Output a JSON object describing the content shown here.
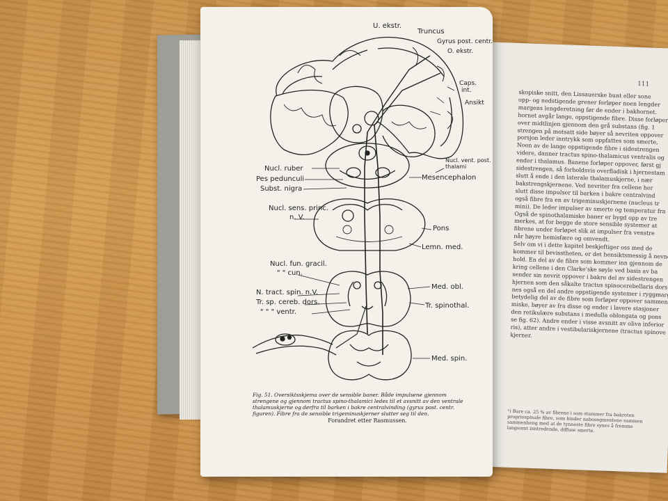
{
  "figure": {
    "labels": {
      "u_ekstr": "U. ekstr.",
      "truncus": "Truncus",
      "gyrus": "Gyrus post. centr.",
      "o_ekstr": "O. ekstr.",
      "caps": "Caps.",
      "int": "int.",
      "ansikt": "Ansikt",
      "nucl_ruber": "Nucl. ruber",
      "pes_pedunculi": "Pes pedunculi",
      "subst_nigra": "Subst. nigra",
      "nucl_vent": "Nucl. vent. post.",
      "thalami": "thalami",
      "mesencephalon": "Mesencephalon",
      "nucl_sens": "Nucl. sens. princ.",
      "nv1": "n. V.",
      "pons": "Pons",
      "lemn_med": "Lemn. med.",
      "nucl_fun": "Nucl. fun. gracil.",
      "cun": "\"    \"   cun.",
      "med_obl": "Med. obl.",
      "tract_spin": "N. tract. spin. n.V.",
      "tr_sp_cereb": "Tr. sp. cereb. dors.",
      "ventr": "\"    \"    \"   ventr.",
      "tr_spinothal": "Tr. spinothal.",
      "med_spin": "Med. spin."
    },
    "caption_lines": [
      "Fig. 51. Oversiktsskjema over de sensible baner. Både impulsene gjennom",
      "strengene og gjennom tractus spino-thalamici ledes til et avsnitt av den ventrale",
      "thalamuskjerne og derfra til barken i bakre centralvinding (gyrus post. centr.",
      "figuren). Fibre fra de sensible trigeminuskjerner slutter seg til den."
    ],
    "caption_source": "Forandret etter Rasmussen."
  },
  "right_page": {
    "page_number": "111",
    "lines": [
      "skopiske snitt, den Lissauerske bunt eller sone",
      "opp- og nedstigende grener forløper noen lengder",
      "margens lengderetning før de ender i bakhornet.",
      "hornet avgår lange, oppstigende fibre. Disse forløper",
      "over midtlinjen gjennom den grå substans (fig. 1",
      "strengen på motsatt side bøyer så nevriten oppover",
      "porsjon leder inntrykk som oppfattes som smerte,",
      "Noen av de lange oppstigende fibre i sidestrengen",
      "videre, danner tractus spino-thalamicus ventralis og",
      "ender i thalamus. Banene forløper oppover, først gj",
      "sidestrengen, så forholdsvis overfladisk i hjernestam",
      "slutt å ende i den laterale thalamuskjerne, i nær",
      "bakstrengskjernene. Ved nevriter fra cellene her",
      "slutt disse impulser til barken i bakre centralvind",
      "også fibre fra en av trigeminuskjernene (nucleus tr",
      "mini). De leder impulser av smerte og temperatur fra",
      "Også de spinothalamiske baner er bygd opp av tre",
      "merkes, at for begge de store sensible systemer at",
      "fibrene under forløpet slik at impulser fra venstre",
      "når høyre hemisfære og omvendt.",
      "Selv om vi i dette kapitel beskjeftiger oss med de",
      "kommer til bevisstheten, er det hensiktsmessig å nevne",
      "hold. En del av de fibre som kommer inn gjennom de",
      "kring cellene i den Clarke'ske søyle ved basis av ba",
      "sender sin nevrit oppover i bakre del av sidestrengen",
      "hjernen som den såkalte tractus spinocerebellaris dors",
      "nes også en del andre oppstigende systemer i ryggmarg",
      "betydelig del av de fibre som forløper oppover sammen",
      "miske, bøyer av fra disse og ender i lavere stasjoner",
      "den retikulære substans i medulla oblongata og pons",
      "se fig. 62). Andre ender i visse avsnitt av oliva inferior",
      "ris), atter andre i vestibulariskjernene (tractus spinove",
      "kjerner."
    ],
    "footnote": [
      "¹) Bare ca. 25 % av fibrene i som stammer fra bakroten",
      "propriospinale fibre, som binder nabosegmentene sammen",
      "sammenheng med at de tynneste fibre synes å fremme",
      "langsomt inntredende, diffuse smerte."
    ]
  }
}
